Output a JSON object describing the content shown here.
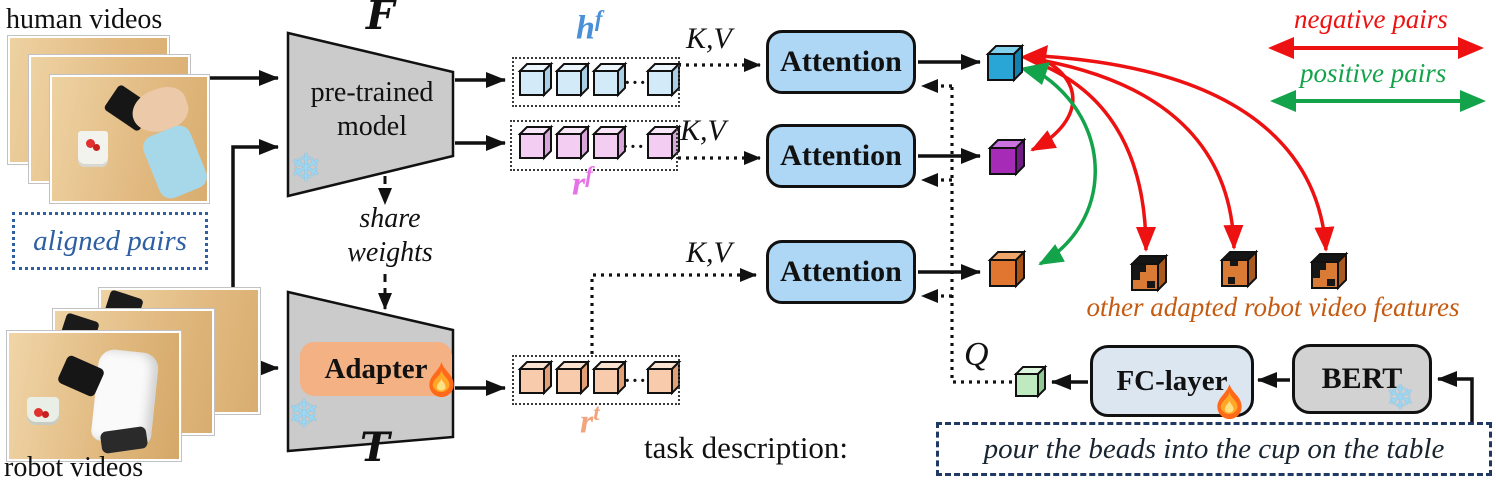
{
  "colors": {
    "attention_box_blue": "#aed6f5",
    "trapezoid_gray": "#cbcbcb",
    "adapter_orange": "#f4b183",
    "fc_box_blue": "#dce6f1",
    "bert_gray": "#d2d2d2",
    "negative_red": "#ee1111",
    "positive_green": "#13a34a",
    "aligned_pairs_blue": "#2e5fa3",
    "task_box_navy": "#1f3864",
    "hf_label_blue": "#4a90d8",
    "rf_label_pink": "#e673e6",
    "rt_label_orange": "#f2a47e",
    "other_features_orange": "#c55a11"
  },
  "left": {
    "human_videos_label": "human videos",
    "robot_videos_label": "robot videos",
    "aligned_pairs_label": "aligned pairs"
  },
  "encoder": {
    "f_symbol": "F",
    "t_symbol": "T",
    "name_line1": "pre-trained",
    "name_line2": "model",
    "share_weights_line1": "share",
    "share_weights_line2": "weights",
    "adapter_label": "Adapter",
    "frozen_icon": "❄"
  },
  "tokens": {
    "hf": {
      "base": "h",
      "sup": "f"
    },
    "rf": {
      "base": "r",
      "sup": "f"
    },
    "rt": {
      "base": "r",
      "sup": "t"
    },
    "ellipsis": "···"
  },
  "attention": {
    "label": "Attention",
    "kv_label": "K,V",
    "q_label": "Q"
  },
  "text_branch": {
    "fc_label": "FC-layer",
    "bert_label": "BERT",
    "task_prompt": "task description:",
    "task_text": "pour the beads into the cup on the table"
  },
  "legend": {
    "negative": "negative pairs",
    "positive": "positive pairs",
    "other_features": "other adapted robot video features"
  }
}
